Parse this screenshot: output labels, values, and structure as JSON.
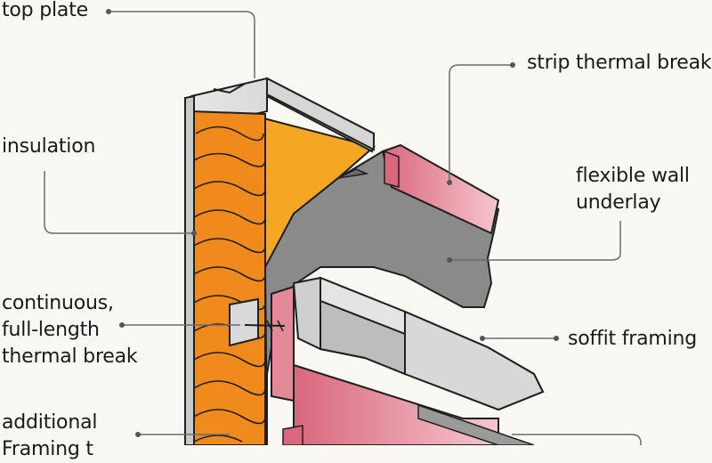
{
  "colors": {
    "background": "#faf8f3",
    "insulation": "#f08a1c",
    "wall_underlay": "#8a8a8a",
    "framing_steel": "#bdbdbd",
    "thermal_break": "#e38a98",
    "board": "#f5a623",
    "outline": "#1f1f1f",
    "leader": "#6b6b6b"
  },
  "labels": {
    "top_plate": "top plate",
    "insulation": "insulation",
    "continuous_break": [
      "continuous,",
      "full-length",
      "thermal break"
    ],
    "additional": [
      "additional",
      "Framing t"
    ],
    "strip_break": "strip thermal break",
    "flexible_underlay": [
      "flexible wall",
      "underlay"
    ],
    "soffit_framing": "soffit framing"
  }
}
